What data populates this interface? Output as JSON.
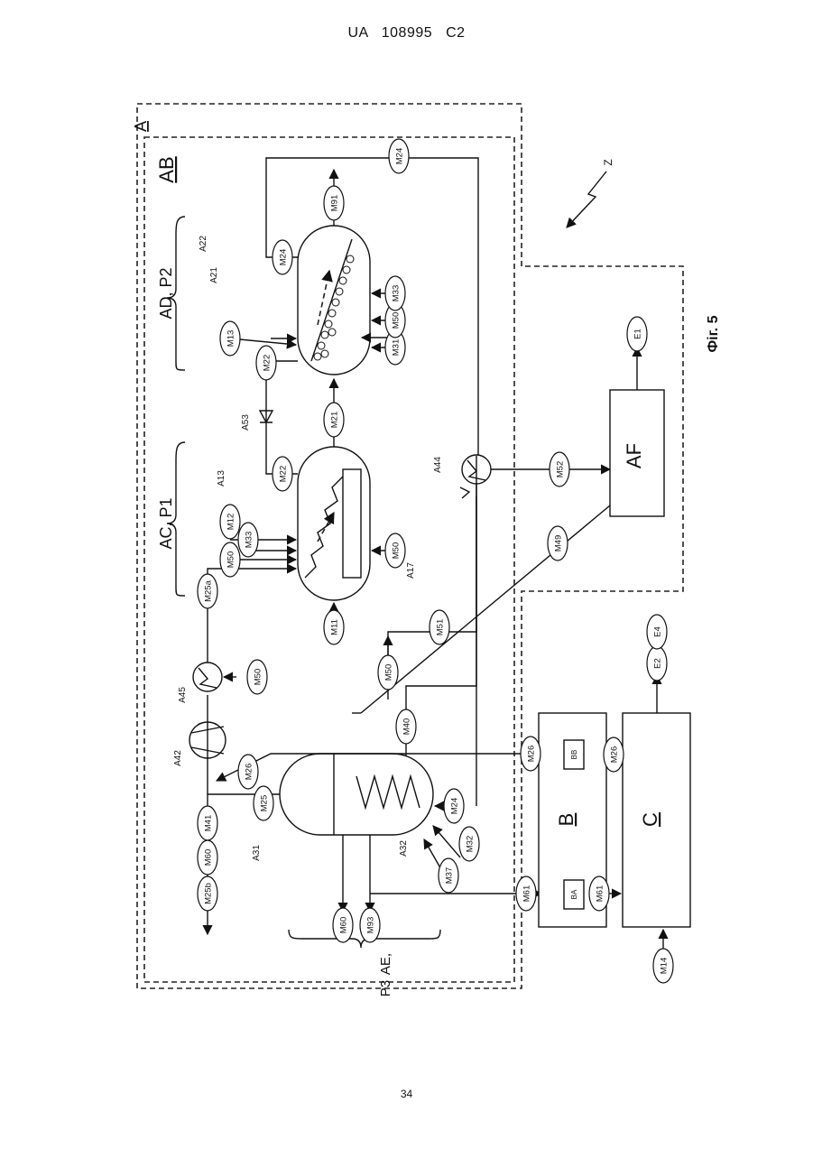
{
  "header": {
    "patent": "UA   108995   C2"
  },
  "footer": {
    "page_number": "34"
  },
  "figure": {
    "caption": "Фіг. 5"
  },
  "regions": {
    "A": "A",
    "AB": "AB",
    "B": "B",
    "C": "C",
    "AF": "AF",
    "BA": "BA",
    "BB": "BB",
    "AC_P1": "AC, P1",
    "AD_P2": "AD, P2",
    "AE": "AE,",
    "P3": "P3",
    "Z": "Z"
  },
  "streams": {
    "m24_top": "M24",
    "m91": "M91",
    "m24_r": "M24",
    "m13": "M13",
    "m22_r": "M22",
    "m21": "M21",
    "m31": "M31",
    "m50_r": "M50",
    "m33_r": "M33",
    "m22_l": "M22",
    "m12": "M12",
    "m33_l": "M33",
    "m50_l": "M50",
    "m25a": "M25a",
    "m11": "M11",
    "m50_bot": "M50",
    "m52": "M52",
    "m49": "M49",
    "e1": "E1",
    "m51": "M51",
    "m50_drop": "M50",
    "m50_a45": "M50",
    "m40": "M40",
    "m26_l": "M26",
    "m26_b": "M26",
    "m26_bb": "M26",
    "m25": "M25",
    "m41": "M41",
    "m60_l": "M60",
    "m25b": "M25b",
    "m24_b": "M24",
    "m32": "M32",
    "m37": "M37",
    "m61_l": "M61",
    "m61_r": "M61",
    "m60_b": "M60",
    "m93": "M93",
    "m14": "M14",
    "e2": "E2",
    "e4": "E4"
  },
  "components": {
    "a22": "A22",
    "a21": "A21",
    "a53": "A53",
    "a13": "A13",
    "a17": "A17",
    "a44": "A44",
    "a45": "A45",
    "a42": "A42",
    "a31": "A31",
    "a32": "A32"
  }
}
